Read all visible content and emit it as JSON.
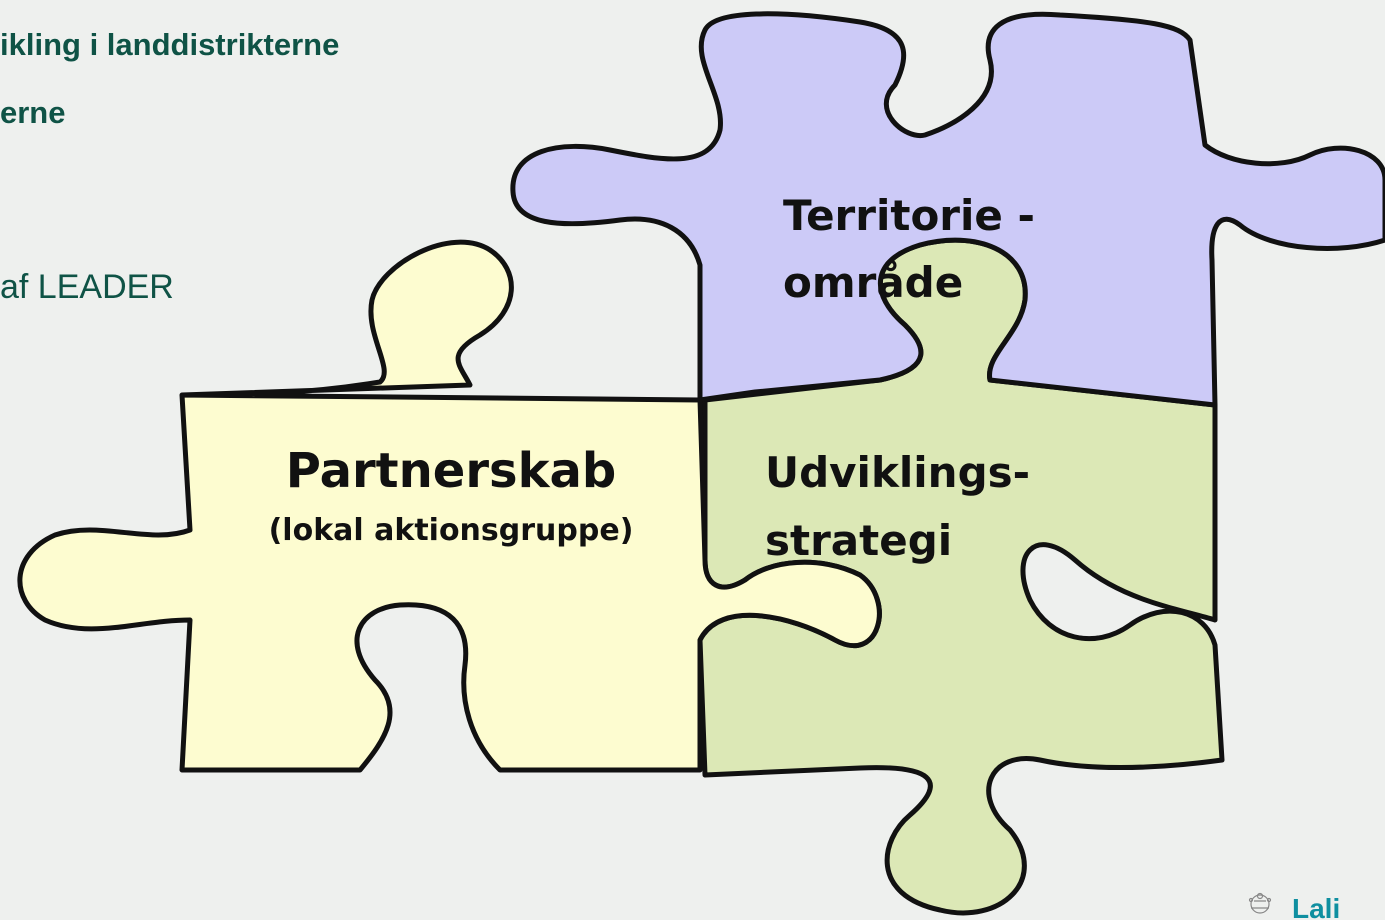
{
  "header": {
    "line1": "ikling i landdistrikterne",
    "line2": "erne"
  },
  "subtitle": "af LEADER",
  "pieces": {
    "territory": {
      "line1": "Territorie -",
      "line2": "område",
      "color": "#cccaf7"
    },
    "partnership": {
      "title": "Partnerskab",
      "subtitle": "(lokal aktionsgruppe)",
      "color": "#fdfcd0"
    },
    "strategy": {
      "line1": "Udviklings-",
      "line2": "strategi",
      "color": "#dce8b6"
    }
  },
  "colors": {
    "text": "#0f5346",
    "outline": "#111111",
    "background": "#eef0ee"
  },
  "logo": {
    "icon": "crown-emblem-icon",
    "text": "Lali"
  }
}
